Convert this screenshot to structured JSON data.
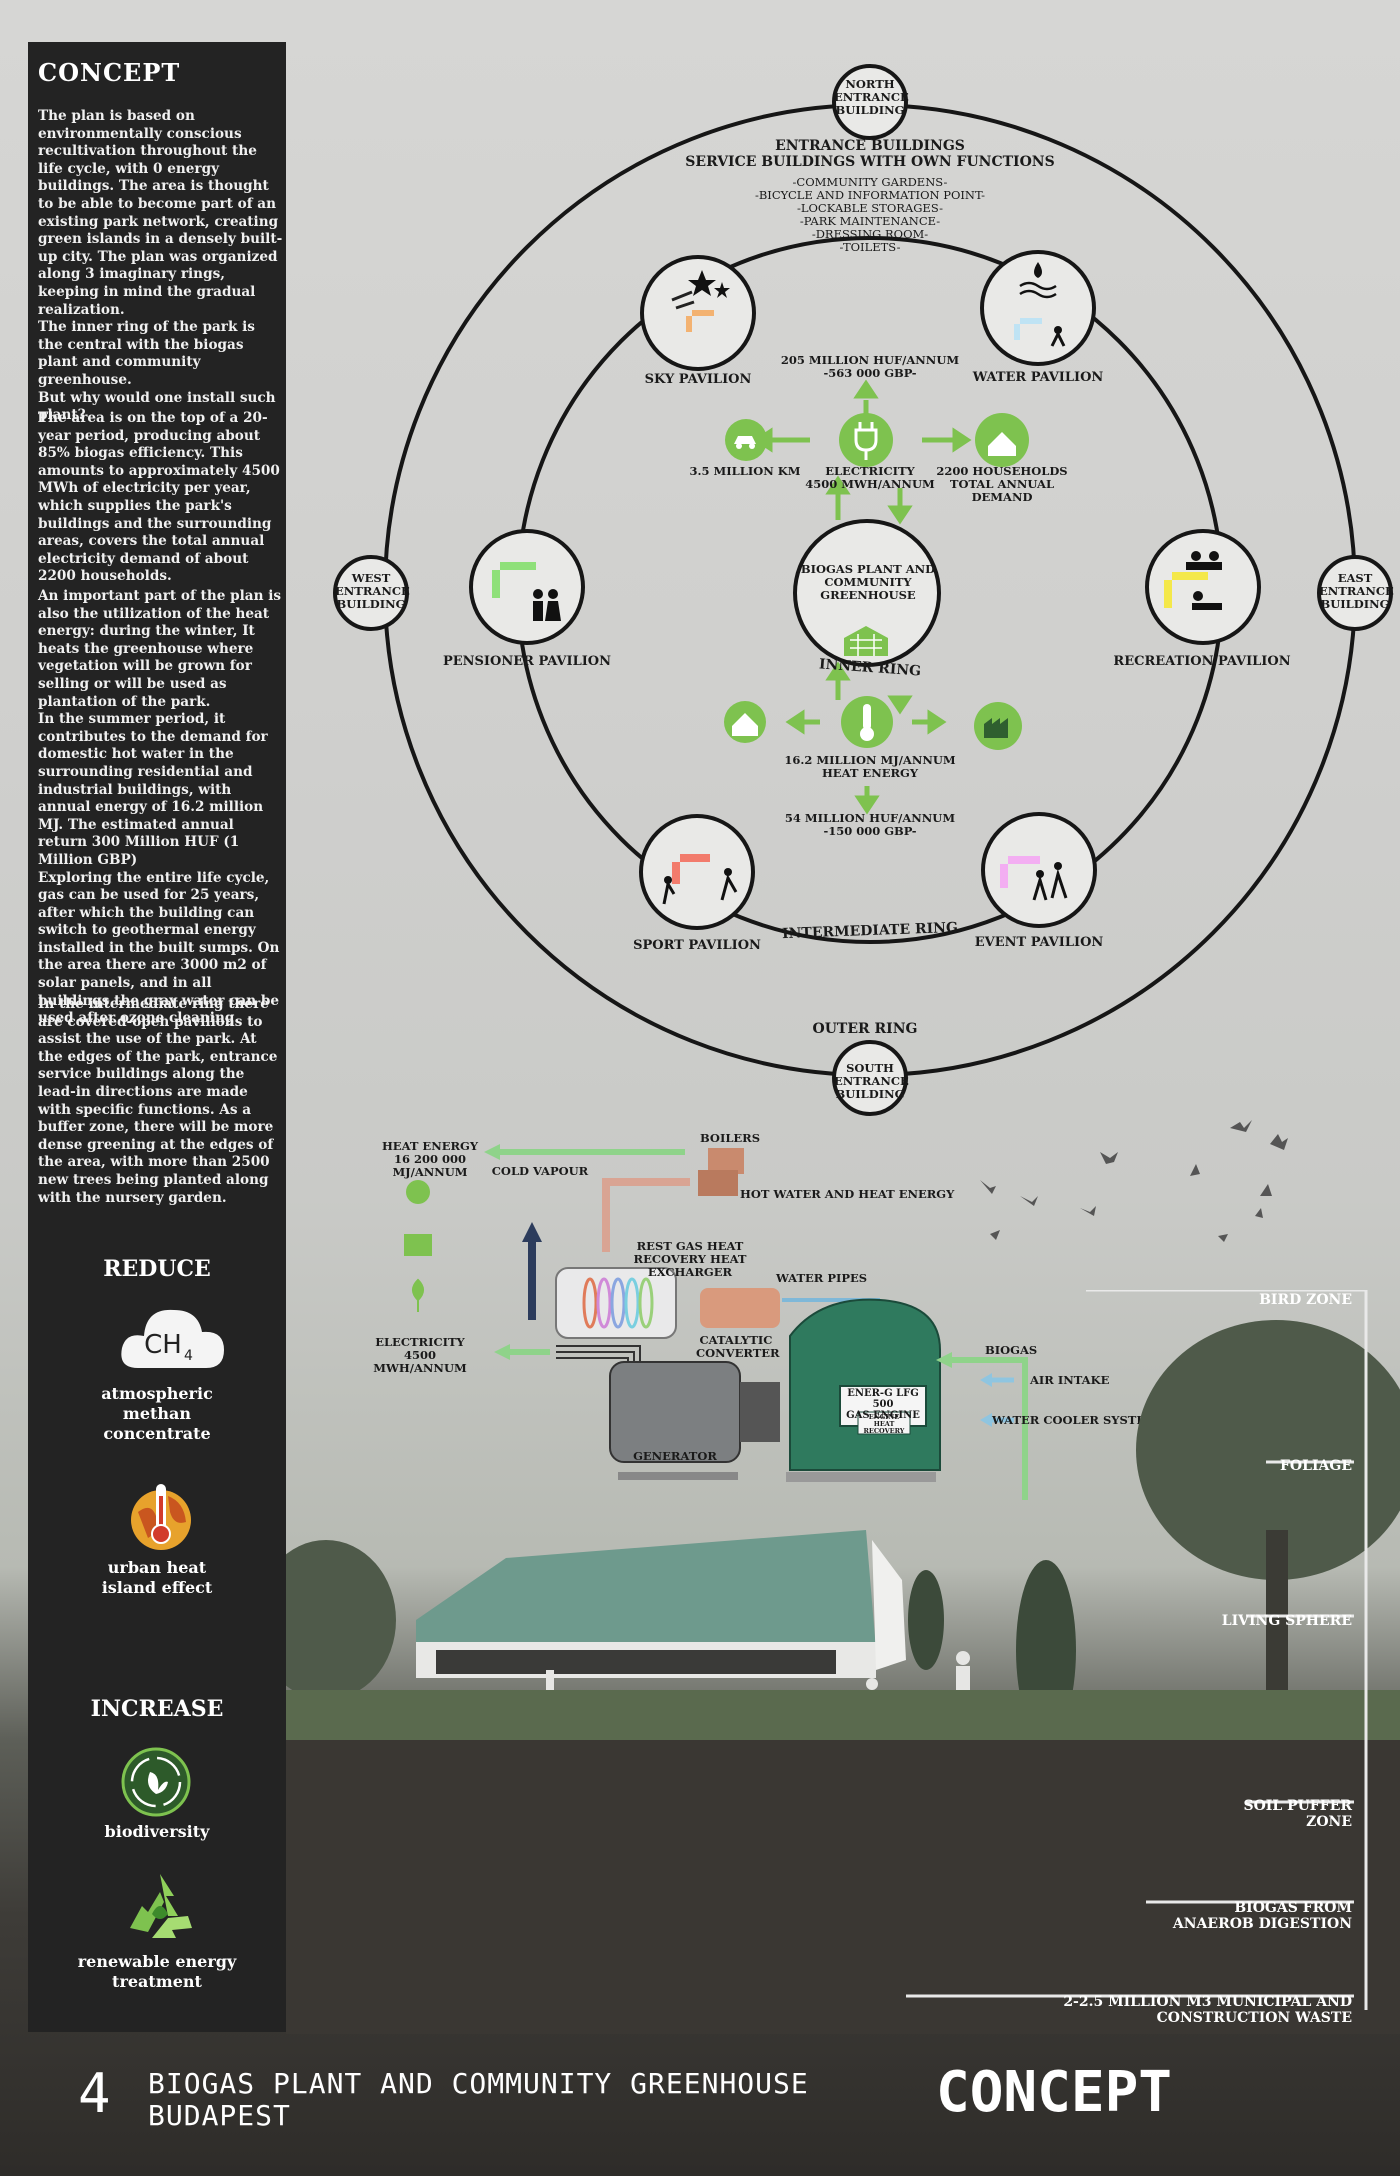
{
  "sidebar": {
    "title": "CONCEPT",
    "paragraphs": [
      "The plan is based on environmentally conscious recultivation throughout the life cycle, with 0 energy buildings. The area is thought to be able to become part of an existing park network, creating green islands in a densely built-up city. The plan was organized along 3 imaginary rings, keeping in mind the gradual realization.\nThe inner ring of the park is the central with the biogas plant and community greenhouse.\nBut why would one install such plant?",
      "The area is on the top of a 20-year period, producing about 85% biogas efficiency. This amounts to approximately 4500 MWh of electricity per year, which supplies the park's buildings and the surrounding areas, covers the total annual electricity demand of about 2200 households.",
      "An important part of the plan is also the utilization of the heat energy: during the winter, It heats the greenhouse where vegetation will be grown for selling or will be used as plantation of the park.\nIn the summer period, it contributes to the demand for domestic hot water in the surrounding residential and industrial buildings, with annual energy of 16.2 million MJ. The estimated annual return 300 Million HUF (1 Million GBP)\nExploring the entire life cycle, gas can be used for 25 years, after which the building can switch to geothermal energy installed in the built sumps. On the area there are 3000 m2 of solar panels, and in all buildings the gray water can be used after ozone cleaning.",
      "In the intermediate ring there are covered-open pavilions to assist the use of the park. At the edges of the park, entrance service buildings along the lead-in directions are made with specific functions. As a buffer zone, there will be more dense greening at the edges of the area, with more than 2500 new trees being planted along with the nursery garden."
    ],
    "reduce": {
      "heading": "REDUCE",
      "items": [
        {
          "icon": "cloud-ch4-icon",
          "formula_main": "CH",
          "formula_sub": "4",
          "label": "atmospheric\nmethan\nconcentrate"
        },
        {
          "icon": "thermometer-globe-icon",
          "label": "urban heat\nisland effect"
        }
      ]
    },
    "increase": {
      "heading": "INCREASE",
      "items": [
        {
          "icon": "biodiversity-icon",
          "label": "biodiversity"
        },
        {
          "icon": "recycle-icon",
          "label": "renewable energy\ntreatment"
        }
      ]
    }
  },
  "ring_diagram": {
    "north": "NORTH\nENTRANCE\nBUILDING",
    "south": "SOUTH\nENTRANCE\nBUILDING",
    "west": "WEST\nENTRANCE\nBUILDING",
    "east": "EAST\nENTRANCE\nBUILDING",
    "entrance_heading": "ENTRANCE BUILDINGS\nSERVICE BUILDINGS WITH OWN FUNCTIONS",
    "entrance_functions": "-COMMUNITY GARDENS-\n-BICYCLE AND INFORMATION POINT-\n-LOCKABLE STORAGES-\n-PARK MAINTENANCE-\n-DRESSING ROOM-\n-TOILETS-",
    "pavilions": {
      "sky": "SKY PAVILION",
      "water": "WATER PAVILION",
      "pensioner": "PENSIONER PAVILION",
      "recreation": "RECREATION PAVILION",
      "sport": "SPORT PAVILION",
      "event": "EVENT PAVILION"
    },
    "center": "BIOGAS PLANT AND\nCOMMUNITY\nGREENHOUSE",
    "inner_ring": "INNER RING",
    "intermediate_ring": "INTERMEDIATE RING",
    "outer_ring": "OUTER RING",
    "electricity_return": "205 MILLION HUF/ANNUM\n-563 000 GBP-",
    "electricity": "ELECTRICITY\n4500 MWH/ANNUM",
    "km": "3.5 MILLION KM",
    "households": "2200 HOUSEHOLDS\nTOTAL ANNUAL\nDEMAND",
    "heat": "16.2 MILLION MJ/ANNUM\nHEAT ENERGY",
    "heat_return": "54 MILLION HUF/ANNUM\n-150 000 GBP-"
  },
  "engine_diagram": {
    "heat_energy": "HEAT ENERGY\n16 200 000 MJ/ANNUM",
    "cold_vapour": "COLD VAPOUR",
    "boilers": "BOILERS",
    "hot_water": "HOT WATER AND HEAT ENERGY",
    "rest_gas": "REST GAS HEAT\nRECOVERY HEAT EXCHARGER",
    "water_pipes": "WATER PIPES",
    "electricity": "ELECTRICITY\n4500 MWH/ANNUM",
    "catalytic": "CATALYTIC\nCONVERTER",
    "biogas": "BIOGAS",
    "air_intake": "AIR INTAKE",
    "water_cooler": "WATER COOLER SYSTEM",
    "engine": "ENER-G LFG 500\nGAS ENGINE",
    "engine_sub": "ENGINE HEAT\nRECOVERY",
    "generator": "GENERATOR"
  },
  "zones": [
    "BIRD ZONE",
    "FOLIAGE",
    "LIVING SPHERE",
    "SOIL PUFFER\nZONE",
    "BIOGAS FROM\nANAEROB DIGESTION",
    "2-2.5 MILLION M3 MUNICIPAL AND\nCONSTRUCTION WASTE"
  ],
  "footer": {
    "number": "4",
    "title": "BIOGAS PLANT AND COMMUNITY GREENHOUSE\nBUDAPEST",
    "right": "CONCEPT"
  },
  "colors": {
    "green": "#7ec24f",
    "sidebar": "#232323",
    "engine": "#2f7a5e"
  }
}
